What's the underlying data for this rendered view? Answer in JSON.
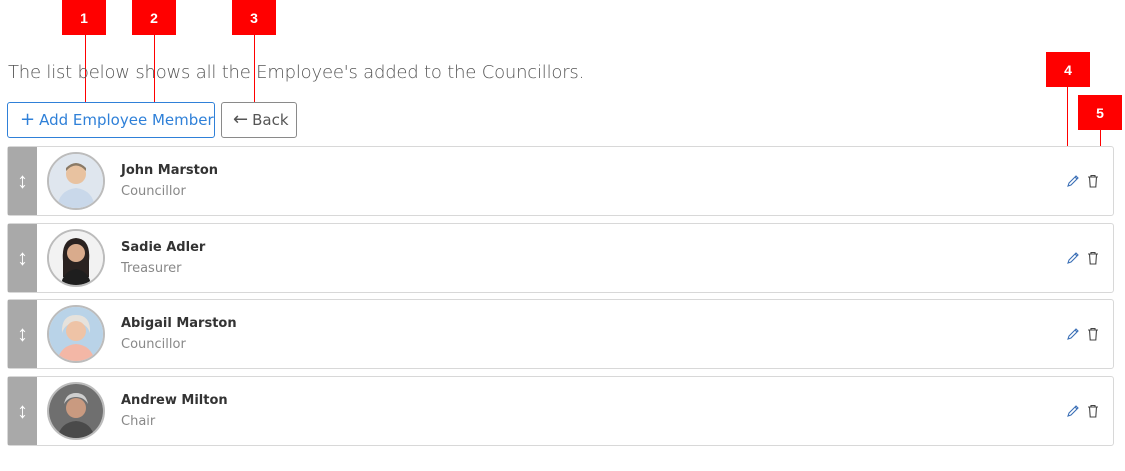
{
  "annotations": [
    "1",
    "2",
    "3",
    "4",
    "5"
  ],
  "intro_text": "The list below shows all the Employee's added to the Councillors.",
  "toolbar": {
    "add_icon": "plus-icon",
    "add_glyph": "+",
    "add_label": "Add Employee Member",
    "back_icon": "arrow-left-icon",
    "back_glyph": "←",
    "back_label": "Back"
  },
  "members": [
    {
      "name": "John Marston",
      "role": "Councillor"
    },
    {
      "name": "Sadie Adler",
      "role": "Treasurer"
    },
    {
      "name": "Abigail Marston",
      "role": "Councillor"
    },
    {
      "name": "Andrew Milton",
      "role": "Chair"
    }
  ],
  "icons": {
    "drag": "drag-handle-icon",
    "drag_glyph": "↕",
    "edit": "pencil-icon",
    "delete": "trash-icon"
  },
  "colors": {
    "marker": "#ff0000",
    "primary": "#2f80d8",
    "handle": "#a9a9a9",
    "edit_icon": "#3b6fb6"
  }
}
